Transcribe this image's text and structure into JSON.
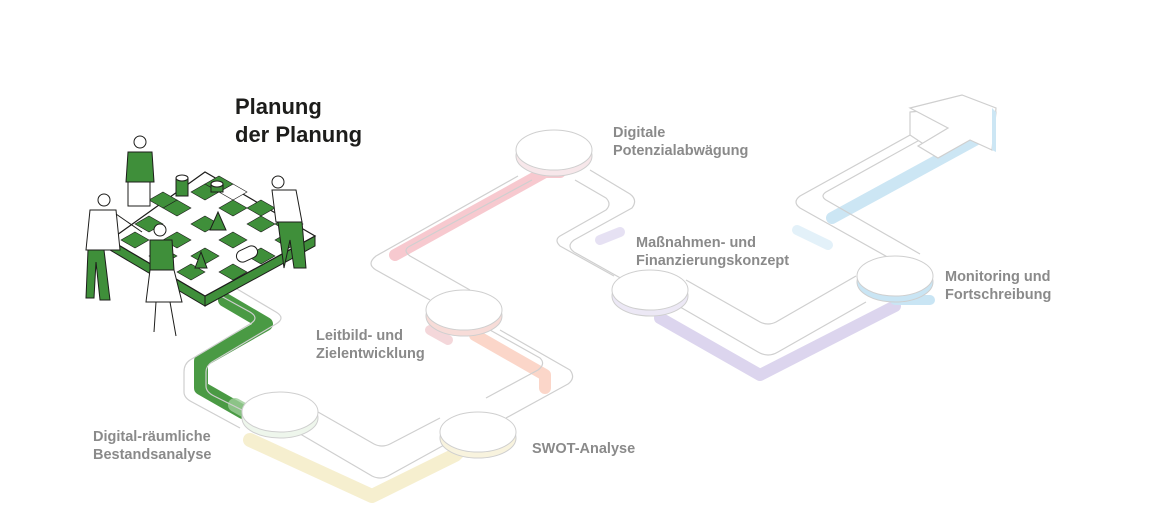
{
  "title": {
    "line1": "Planung",
    "line2": "der Planung"
  },
  "steps": [
    {
      "id": "bestandsanalyse",
      "line1": "Digital-räumliche",
      "line2": "Bestandsanalyse"
    },
    {
      "id": "leitbild",
      "line1": "Leitbild- und",
      "line2": "Zielentwicklung"
    },
    {
      "id": "swot",
      "line1": "SWOT-Analyse",
      "line2": ""
    },
    {
      "id": "potenzial",
      "line1": "Digitale",
      "line2": "Potenzialabwägung"
    },
    {
      "id": "massnahmen",
      "line1": "Maßnahmen- und",
      "line2": "Finanzierungskonzept"
    },
    {
      "id": "monitoring",
      "line1": "Monitoring und",
      "line2": "Fortschreibung"
    }
  ],
  "colors": {
    "green": "#3f8f3a",
    "green_light": "#9ccd98",
    "yellow": "#f7f0cf",
    "pink": "#f7c9cf",
    "salmon": "#fbd3c6",
    "lavender": "#dcd5ee",
    "lightblue": "#c9e5f4",
    "outline": "#c9c9c9",
    "label": "#8a8a8a",
    "title": "#1d1d1b"
  },
  "icons": [
    "chess-board-icon",
    "person-icon",
    "arrow-icon"
  ]
}
